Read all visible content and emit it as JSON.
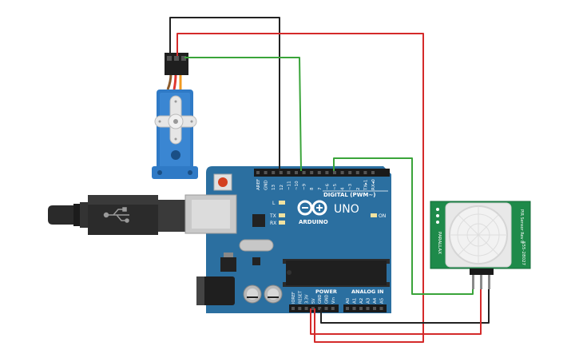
{
  "board": {
    "brand": "ARDUINO",
    "model": "UNO",
    "digital_label": "DIGITAL (PWM~)",
    "power_label": "POWER",
    "analog_label": "ANALOG IN",
    "on_label": "ON",
    "tx_label": "TX",
    "rx_label": "RX",
    "l_label": "L",
    "digital_pins": [
      "AREF",
      "GND",
      "13",
      "12",
      "~11",
      "~10",
      "~9",
      "8",
      "7",
      "~6",
      "~5",
      "4",
      "~3",
      "2",
      "TX▸1",
      "RX◂0"
    ],
    "power_pins": [
      "IOREF",
      "RESET",
      "3.3V",
      "5V",
      "GND",
      "GND",
      "Vin"
    ],
    "analog_pins": [
      "A0",
      "A1",
      "A2",
      "A3",
      "A4",
      "A5"
    ],
    "board_color": "#2b6fa0"
  },
  "sensor": {
    "left_text": "PARALLAX",
    "right_top": "PIR Sensor Rev B",
    "right_bottom": "555-28027",
    "board_color": "#1e8a4a"
  },
  "wires": {
    "colors": {
      "power": "#d42a2a",
      "ground": "#222222",
      "signal": "#3aa43a"
    }
  }
}
